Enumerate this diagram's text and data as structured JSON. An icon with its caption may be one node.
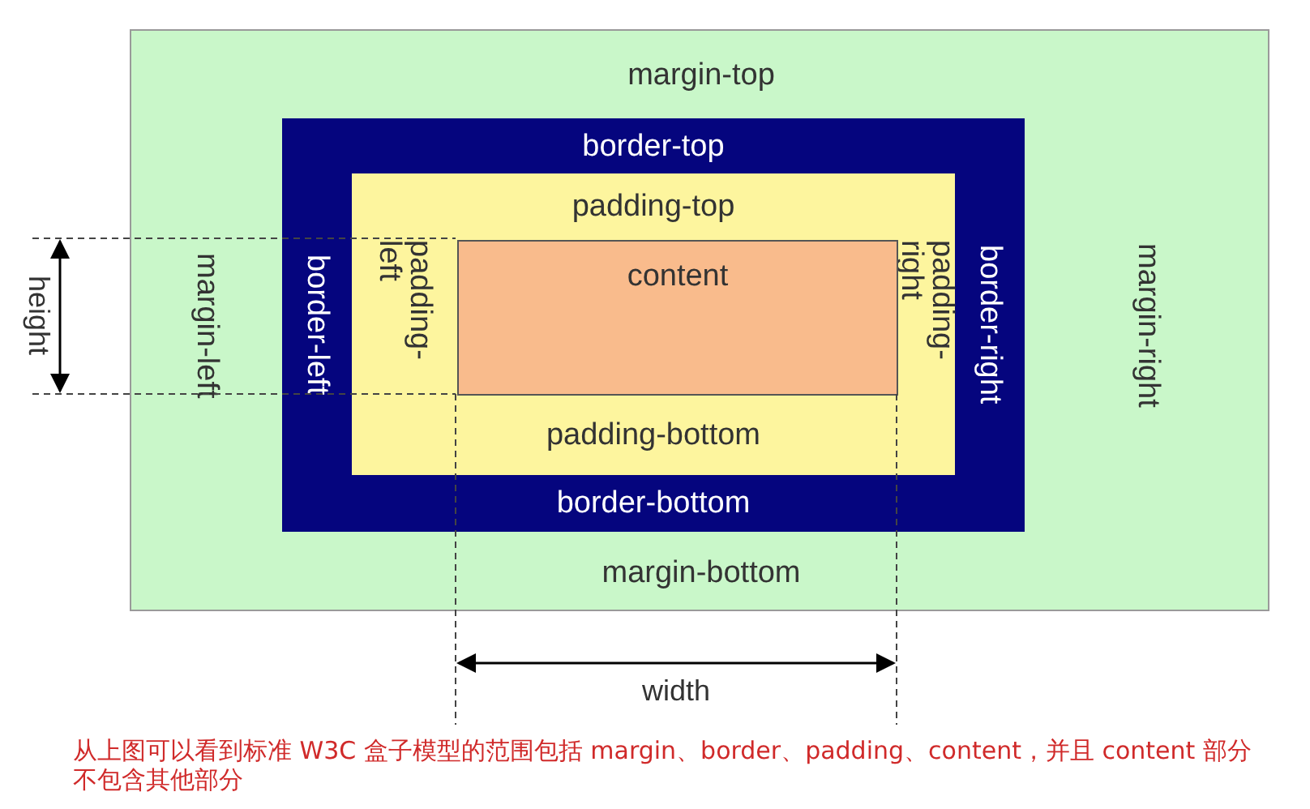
{
  "diagram": {
    "caption": "从上图可以看到标准 W3C 盒子模型的范围包括 margin、border、padding、content，并且 content 部分不包含其他部分",
    "nodes": [
      {
        "text": [
          "margin-top",
          "margin-left",
          "margin-right",
          "margin-bottom"
        ]
      },
      {
        "text": [
          "border-top",
          "border-left",
          "border-right",
          "border-bottom"
        ],
        "in": 0
      },
      {
        "text": [
          "padding-top",
          "padding-left",
          "padding-right",
          "padding-bottom"
        ],
        "in": 1
      },
      {
        "text": [
          "content"
        ],
        "in": 2
      }
    ],
    "labels": [
      "height",
      "width"
    ]
  }
}
